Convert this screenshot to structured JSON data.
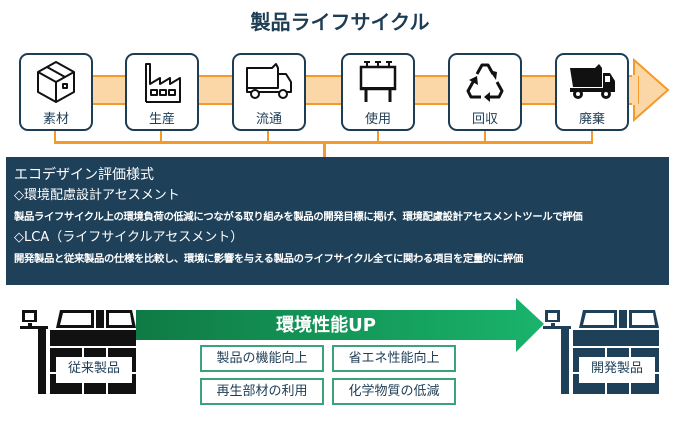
{
  "title": "製品ライフサイクル",
  "colors": {
    "navy": "#1d3d55",
    "panel": "#1e4059",
    "orange": "#f39a2a",
    "orange_light": "#fbd7a8",
    "green_dark": "#0f7a45",
    "green_light": "#19b46c",
    "feature_border": "#3aa37a"
  },
  "lifecycle": [
    {
      "label": "素材",
      "icon": "cardboard-box-icon"
    },
    {
      "label": "生産",
      "icon": "factory-icon"
    },
    {
      "label": "流通",
      "icon": "truck-outline-icon"
    },
    {
      "label": "使用",
      "icon": "billboard-icon"
    },
    {
      "label": "回収",
      "icon": "recycle-icon"
    },
    {
      "label": "廃棄",
      "icon": "dump-truck-icon"
    }
  ],
  "eco_design": {
    "heading": "エコデザイン評価様式",
    "items": [
      {
        "title": "◇環境配慮設計アセスメント",
        "description": "製品ライフサイクル上の環境負荷の低減につながる取り組みを製品の開発目標に掲げ、環境配慮設計アセスメントツールで評価"
      },
      {
        "title": "◇LCA（ライフサイクルアセスメント）",
        "description": "開発製品と従来製品の仕様を比較し、環境に影響を与える製品のライフサイクル全てに関わる項目を定量的に評価"
      }
    ]
  },
  "comparison": {
    "from_label": "従来製品",
    "to_label": "開発製品",
    "arrow_label": "環境性能UP",
    "features": [
      "製品の機能向上",
      "省エネ性能向上",
      "再生部材の利用",
      "化学物質の低減"
    ]
  }
}
